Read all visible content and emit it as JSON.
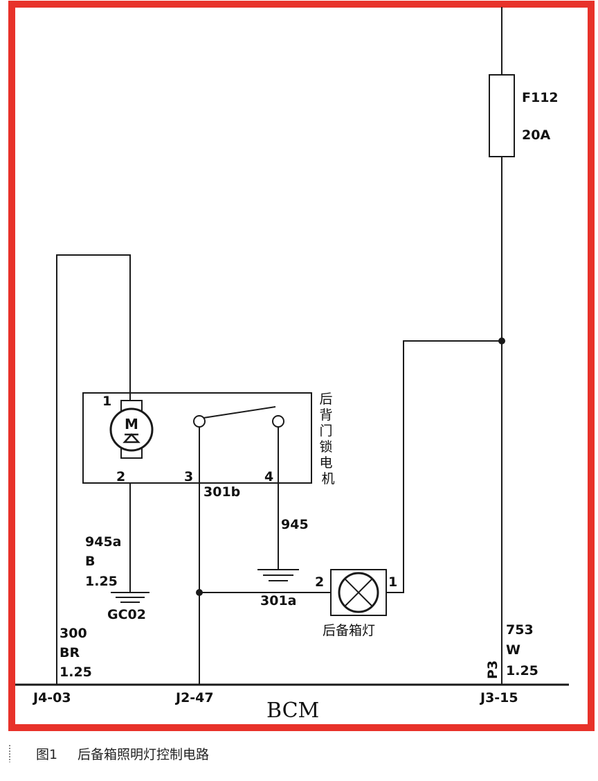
{
  "colors": {
    "frame": "#e8322a",
    "ink": "#1a1a1a",
    "background": "#ffffff"
  },
  "fuse": {
    "name": "F112",
    "rating": "20A"
  },
  "motor": {
    "name": "后背门锁电机",
    "symbol": "M",
    "pins": {
      "p1": "1",
      "p2": "2",
      "p3": "3",
      "p4": "4"
    }
  },
  "lamp": {
    "name": "后备箱灯",
    "pin_left": "2",
    "pin_right": "1"
  },
  "wires": {
    "w945a": {
      "code": "945a",
      "color": "B",
      "size": "1.25"
    },
    "w945": {
      "code": "945"
    },
    "w301b": {
      "code": "301b"
    },
    "w301a": {
      "code": "301a"
    },
    "w300": {
      "code": "300",
      "color": "BR",
      "size": "1.25"
    },
    "w753": {
      "code": "753",
      "color": "W",
      "size": "1.25"
    }
  },
  "ground": {
    "name": "GC02"
  },
  "bcm": {
    "name": "BCM",
    "pins": {
      "left": "J4-03",
      "middle": "J2-47",
      "right": "J3-15"
    },
    "connector": "P3"
  },
  "caption": {
    "figure": "图1",
    "title": "后备箱照明灯控制电路"
  }
}
